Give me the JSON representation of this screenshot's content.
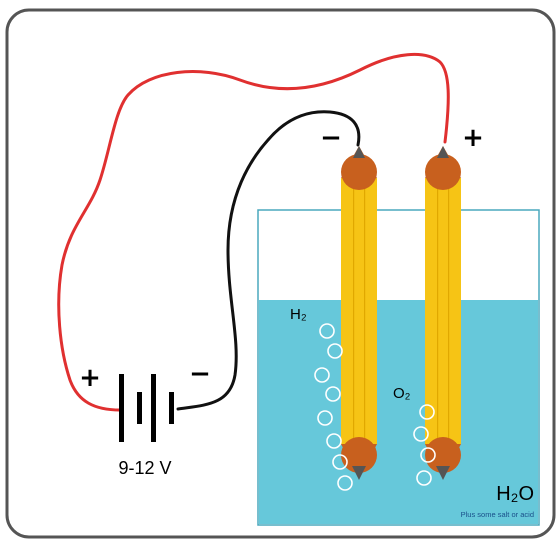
{
  "colors": {
    "frame": "#555555",
    "water": "#66c8da",
    "container_outline": "#4aa8bd",
    "positive_wire": "#e03030",
    "negative_wire": "#111111",
    "pencil_body": "#f6c415",
    "pencil_wood": "#c8601e",
    "graphite": "#555555",
    "bubble": "#ffffff"
  },
  "battery": {
    "voltage_label": "9-12 V",
    "positive_sign": "+",
    "negative_sign": "−"
  },
  "electrodes": {
    "left_sign": "−",
    "right_sign": "+",
    "left_gas_label": "H₂",
    "right_gas_label": "O₂"
  },
  "water": {
    "formula": "H₂O",
    "note": "Plus some salt or acid"
  },
  "icons": {
    "battery": "battery-cell-icon",
    "pencil": "pencil-electrode-icon",
    "bubble": "gas-bubble-icon"
  }
}
